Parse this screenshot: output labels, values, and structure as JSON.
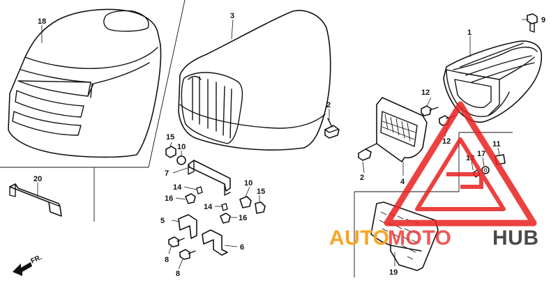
{
  "diagram": {
    "parts": [
      {
        "id": "1",
        "label": "1"
      },
      {
        "id": "2a",
        "label": "2"
      },
      {
        "id": "2b",
        "label": "2"
      },
      {
        "id": "3",
        "label": "3"
      },
      {
        "id": "4",
        "label": "4"
      },
      {
        "id": "5",
        "label": "5"
      },
      {
        "id": "6",
        "label": "6"
      },
      {
        "id": "7",
        "label": "7"
      },
      {
        "id": "8a",
        "label": "8"
      },
      {
        "id": "8b",
        "label": "8"
      },
      {
        "id": "9",
        "label": "9"
      },
      {
        "id": "10a",
        "label": "10"
      },
      {
        "id": "10b",
        "label": "10"
      },
      {
        "id": "11",
        "label": "11"
      },
      {
        "id": "12a",
        "label": "12"
      },
      {
        "id": "12b",
        "label": "12"
      },
      {
        "id": "13",
        "label": "13"
      },
      {
        "id": "14a",
        "label": "14"
      },
      {
        "id": "14b",
        "label": "14"
      },
      {
        "id": "15a",
        "label": "15"
      },
      {
        "id": "15b",
        "label": "15"
      },
      {
        "id": "16a",
        "label": "16"
      },
      {
        "id": "16b",
        "label": "16"
      },
      {
        "id": "17",
        "label": "17"
      },
      {
        "id": "18",
        "label": "18"
      },
      {
        "id": "19",
        "label": "19"
      },
      {
        "id": "20",
        "label": "20"
      }
    ],
    "direction_label": "FR.",
    "watermark": {
      "part1": "AUTO",
      "part2": "MOTO",
      "part3": "HUB",
      "color_orange": "#f6a623",
      "color_red": "#e8211f",
      "color_dark": "#4a4a4a"
    }
  }
}
